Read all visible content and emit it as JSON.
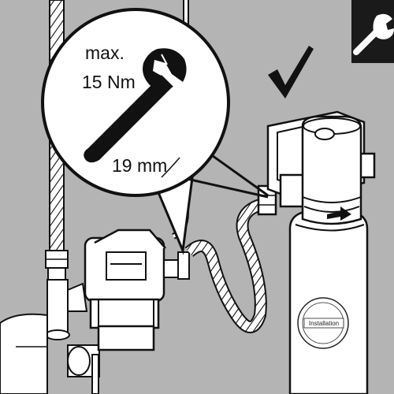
{
  "callout": {
    "torque_prefix": "max.",
    "torque_value": "15 Nm",
    "wrench_size": "19 mm"
  },
  "filter_label": {
    "badge_text": "Installation"
  },
  "icons": {
    "top_right": "wrench-icon",
    "check": "checkmark-icon"
  },
  "colors": {
    "background": "#b4b4b4",
    "outline": "#111111",
    "white": "#ffffff"
  }
}
